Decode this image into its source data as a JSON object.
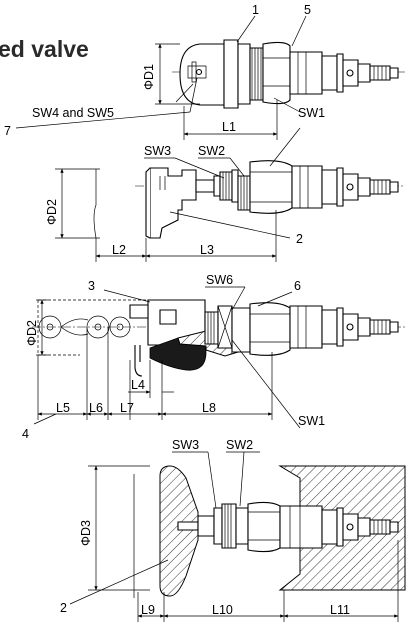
{
  "title": "ed valve",
  "parts": {
    "p1": "1",
    "p2": "2",
    "p3": "3",
    "p4": "4",
    "p5": "5",
    "p6": "6",
    "p7": "7",
    "p2b": "2"
  },
  "wrench_sizes": {
    "sw1_top": "SW1",
    "sw4_sw5": "SW4 and SW5",
    "sw3_a": "SW3",
    "sw2_a": "SW2",
    "sw6": "SW6",
    "sw1_mid": "SW1",
    "sw3_b": "SW3",
    "sw2_b": "SW2"
  },
  "dimensions": {
    "d1": "ΦD1",
    "l1": "L1",
    "d2_a": "ΦD2",
    "l2": "L2",
    "l3": "L3",
    "d2_b": "ΦD2",
    "l4": "L4",
    "l5": "L5",
    "l6": "L6",
    "l7": "L7",
    "l8": "L8",
    "d3": "ΦD3",
    "l9": "L9",
    "l10": "L10",
    "l11": "L11"
  }
}
